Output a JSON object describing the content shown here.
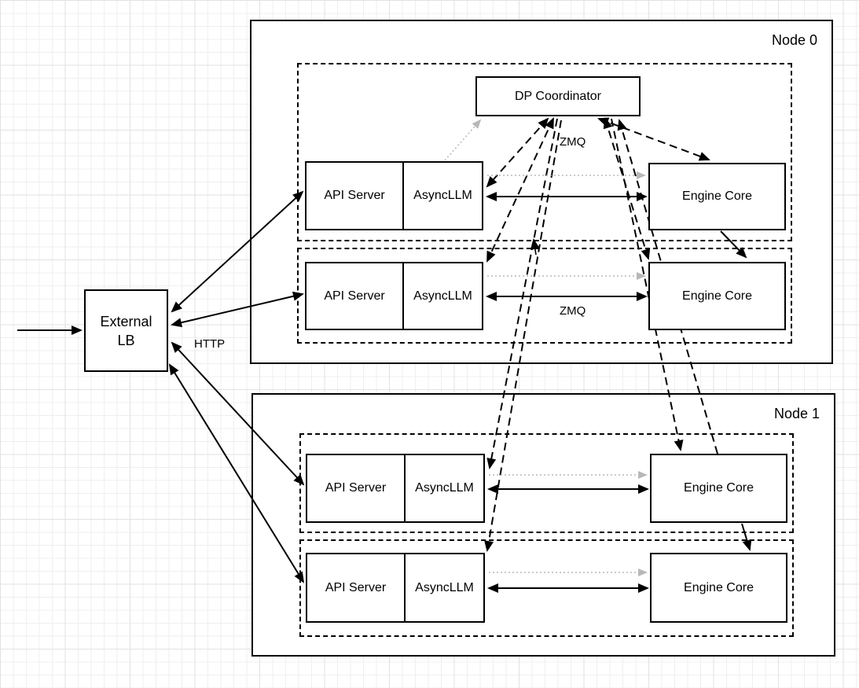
{
  "lb": {
    "line1": "External",
    "line2": "LB"
  },
  "coordinator": {
    "label": "DP Coordinator"
  },
  "node0": {
    "label": "Node 0"
  },
  "node1": {
    "label": "Node 1"
  },
  "rows": [
    {
      "api": "API Server",
      "async": "AsyncLLM",
      "engine": "Engine Core"
    },
    {
      "api": "API Server",
      "async": "AsyncLLM",
      "engine": "Engine Core"
    },
    {
      "api": "API Server",
      "async": "AsyncLLM",
      "engine": "Engine Core"
    },
    {
      "api": "API Server",
      "async": "AsyncLLM",
      "engine": "Engine Core"
    }
  ],
  "edge_labels": {
    "http": "HTTP",
    "zmq_coordinator": "ZMQ",
    "zmq_row2": "ZMQ"
  },
  "colors": {
    "line_black": "#000000",
    "gray_dotted_arrow": "#b8b8b8",
    "box_fill": "#ffffff",
    "grid_minor": "#efefef",
    "grid_major": "#e2e2e2"
  }
}
